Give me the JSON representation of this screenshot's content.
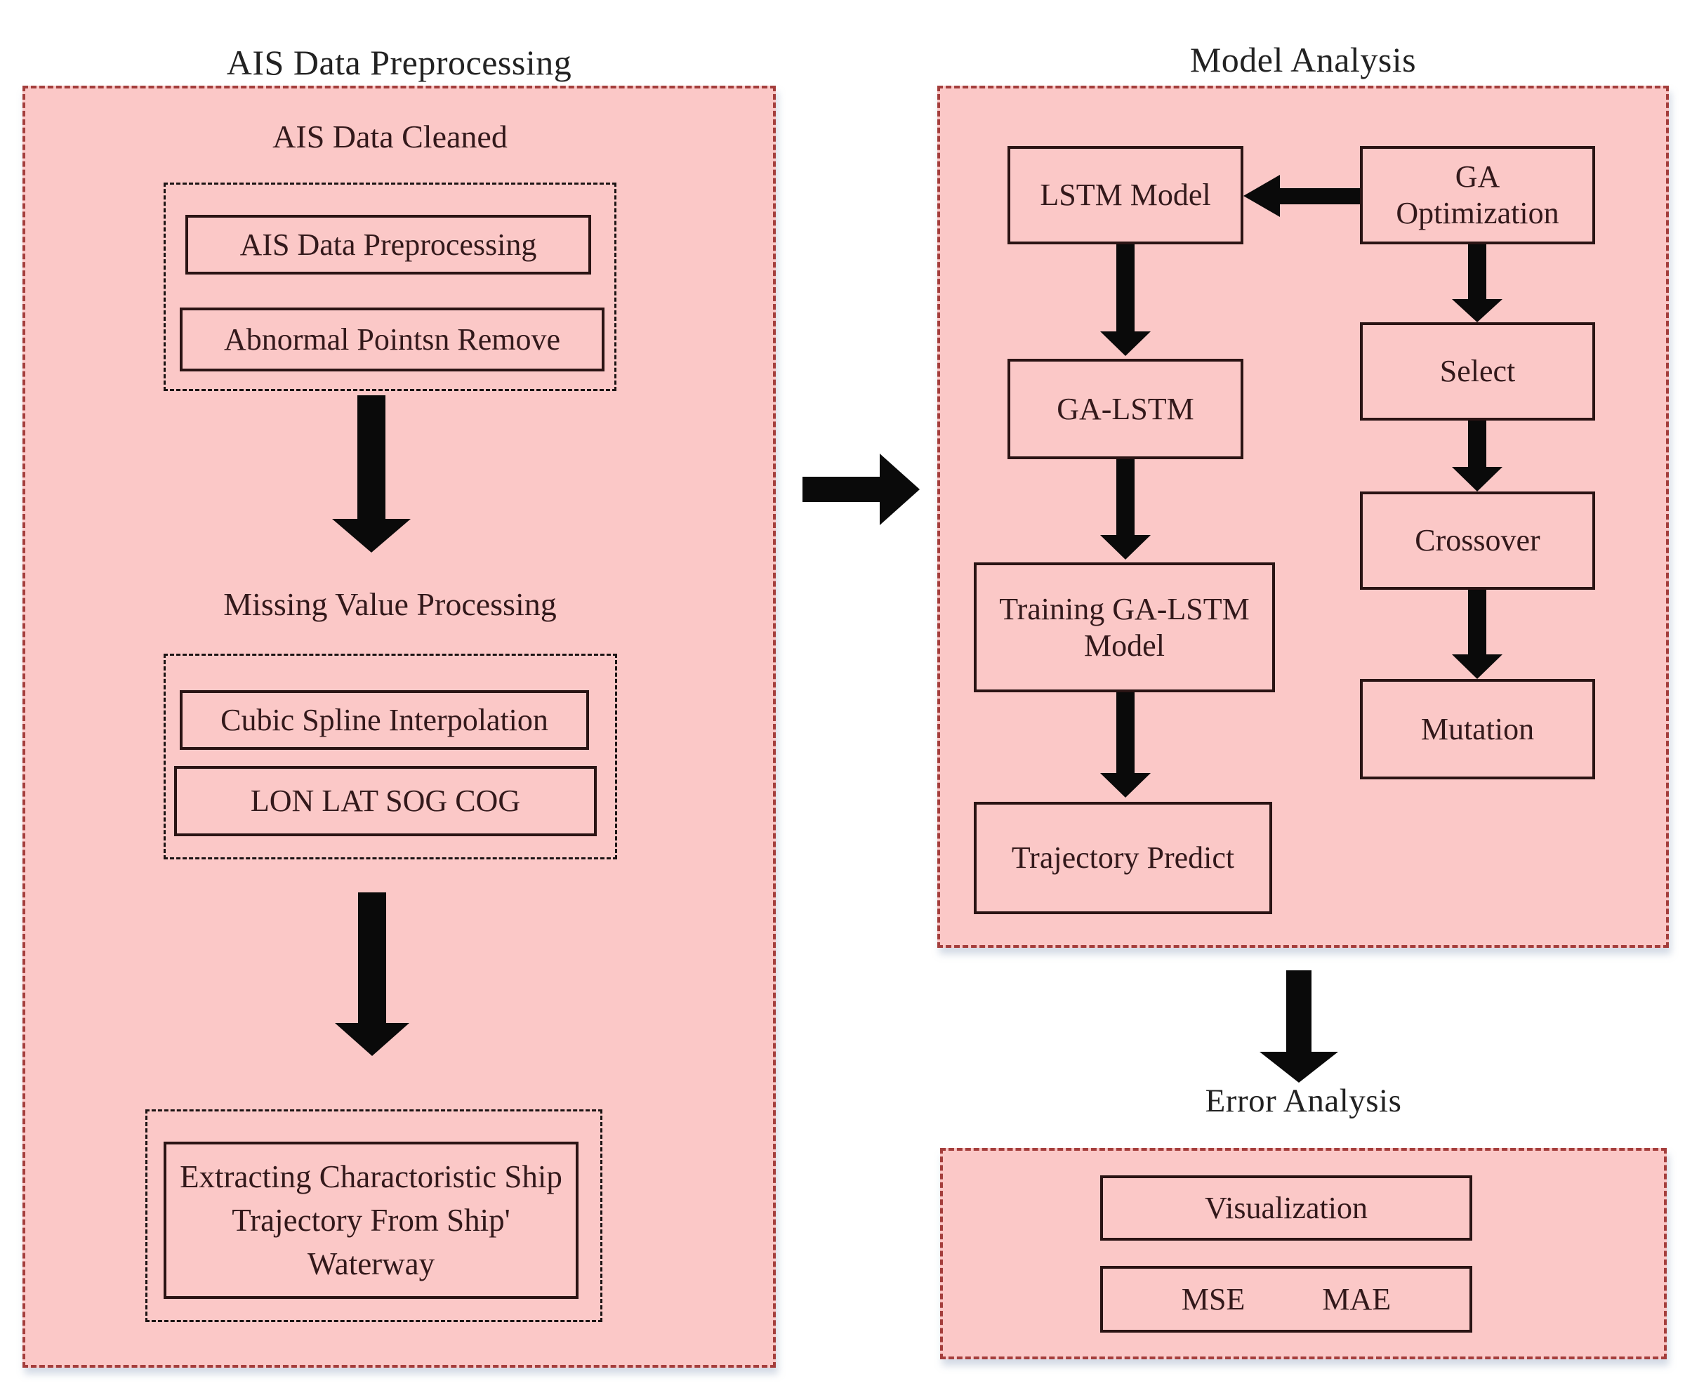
{
  "titles": {
    "left": "AIS Data Preprocessing",
    "right": "Model Analysis",
    "error": "Error Analysis"
  },
  "left_section": {
    "cleaned_label": "AIS Data Cleaned",
    "preprocessing_box": "AIS Data Preprocessing",
    "abnormal_box": "Abnormal Pointsn Remove",
    "missing_label": "Missing Value Processing",
    "cubic_box": "Cubic Spline Interpolation",
    "lonlat_box": "LON LAT SOG COG",
    "extracting_box": "Extracting Charactoristic Ship Trajectory From Ship' Waterway"
  },
  "right_section": {
    "lstm_box": "LSTM Model",
    "ga_opt_lines": [
      "GA",
      "Optimization"
    ],
    "galstm_box": "GA-LSTM",
    "training_lines": [
      "Training GA-LSTM",
      "Model"
    ],
    "trajectory_box": "Trajectory Predict",
    "select_box": "Select",
    "crossover_box": "Crossover",
    "mutation_box": "Mutation"
  },
  "error_section": {
    "visualization_box": "Visualization",
    "mse_label": "MSE",
    "mae_label": "MAE"
  },
  "colors": {
    "panel_fill": "#FBC8C7",
    "panel_dash_border": "#A43E3C",
    "box_border": "#2A1414",
    "inner_dash_border": "#1C1414",
    "text": "#33191B",
    "title_text": "#222222",
    "arrow": "#0A0A0A",
    "background": "#FFFFFF"
  }
}
